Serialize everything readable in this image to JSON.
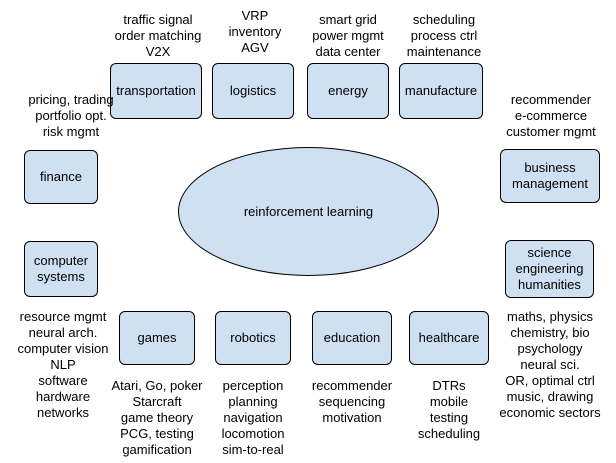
{
  "colors": {
    "node_fill": "#cfe0f3",
    "node_border": "#000000",
    "text": "#000000",
    "background": "#ffffff"
  },
  "center": "reinforcement learning",
  "nodes": {
    "transportation": {
      "label": "transportation",
      "examples": "traffic signal\norder matching\nV2X"
    },
    "logistics": {
      "label": "logistics",
      "examples": "VRP\ninventory\nAGV"
    },
    "energy": {
      "label": "energy",
      "examples": "smart grid\npower mgmt\ndata center"
    },
    "manufacture": {
      "label": "manufacture",
      "examples": "scheduling\nprocess ctrl\nmaintenance"
    },
    "finance": {
      "label": "finance",
      "examples": "pricing, trading\nportfolio opt.\nrisk mgmt"
    },
    "business": {
      "label": "business\nmanagement",
      "examples": "recommender\ne-commerce\ncustomer mgmt"
    },
    "computer_systems": {
      "label": "computer\nsystems",
      "examples": "resource mgmt\nneural arch.\ncomputer vision\nNLP\nsoftware\nhardware\nnetworks"
    },
    "science": {
      "label": "science\nengineering\nhumanities",
      "examples": "maths, physics\nchemistry, bio\npsychology\nneural sci.\nOR, optimal ctrl\nmusic, drawing\neconomic sectors"
    },
    "games": {
      "label": "games",
      "examples": "Atari, Go, poker\nStarcraft\ngame theory\nPCG, testing\ngamification"
    },
    "robotics": {
      "label": "robotics",
      "examples": "perception\nplanning\nnavigation\nlocomotion\nsim-to-real"
    },
    "education": {
      "label": "education",
      "examples": "recommender\nsequencing\nmotivation"
    },
    "healthcare": {
      "label": "healthcare",
      "examples": "DTRs\nmobile\ntesting\nscheduling"
    }
  }
}
